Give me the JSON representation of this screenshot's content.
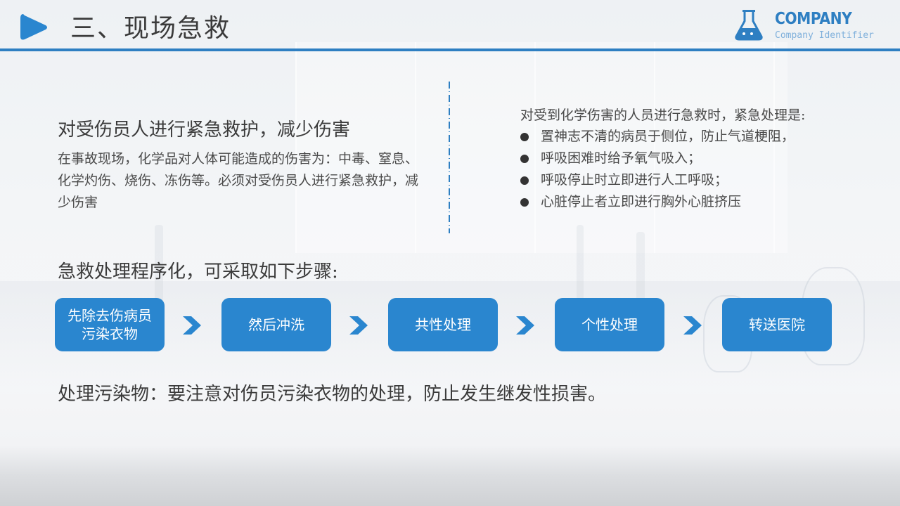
{
  "header": {
    "title": "三、现场急救",
    "accent_color": "#2e7fc2",
    "logo": {
      "icon": "flask-icon",
      "name": "COMPANY",
      "subtitle": "Company Identifier"
    }
  },
  "left_panel": {
    "heading": "对受伤员人进行紧急救护，减少伤害",
    "body": "在事故现场，化学品对人体可能造成的伤害为：中毒、窒息、化学灼伤、烧伤、冻伤等。必须对受伤员人进行紧急救护，减少伤害"
  },
  "right_panel": {
    "intro": "对受到化学伤害的人员进行急救时，紧急处理是:",
    "items": [
      "置神志不清的病员于侧位，防止气道梗阻，",
      "呼吸困难时给予氧气吸入；",
      "呼吸停止时立即进行人工呼吸；",
      "心脏停止者立即进行胸外心脏挤压"
    ]
  },
  "steps_section": {
    "heading": "急救处理程序化，可采取如下步骤:",
    "step_color": "#2a86cf",
    "steps": [
      "先除去伤病员污染衣物",
      "然后冲洗",
      "共性处理",
      "个性处理",
      "转送医院"
    ]
  },
  "footer_note": "处理污染物：要注意对伤员污染衣物的处理，防止发生继发性损害。"
}
